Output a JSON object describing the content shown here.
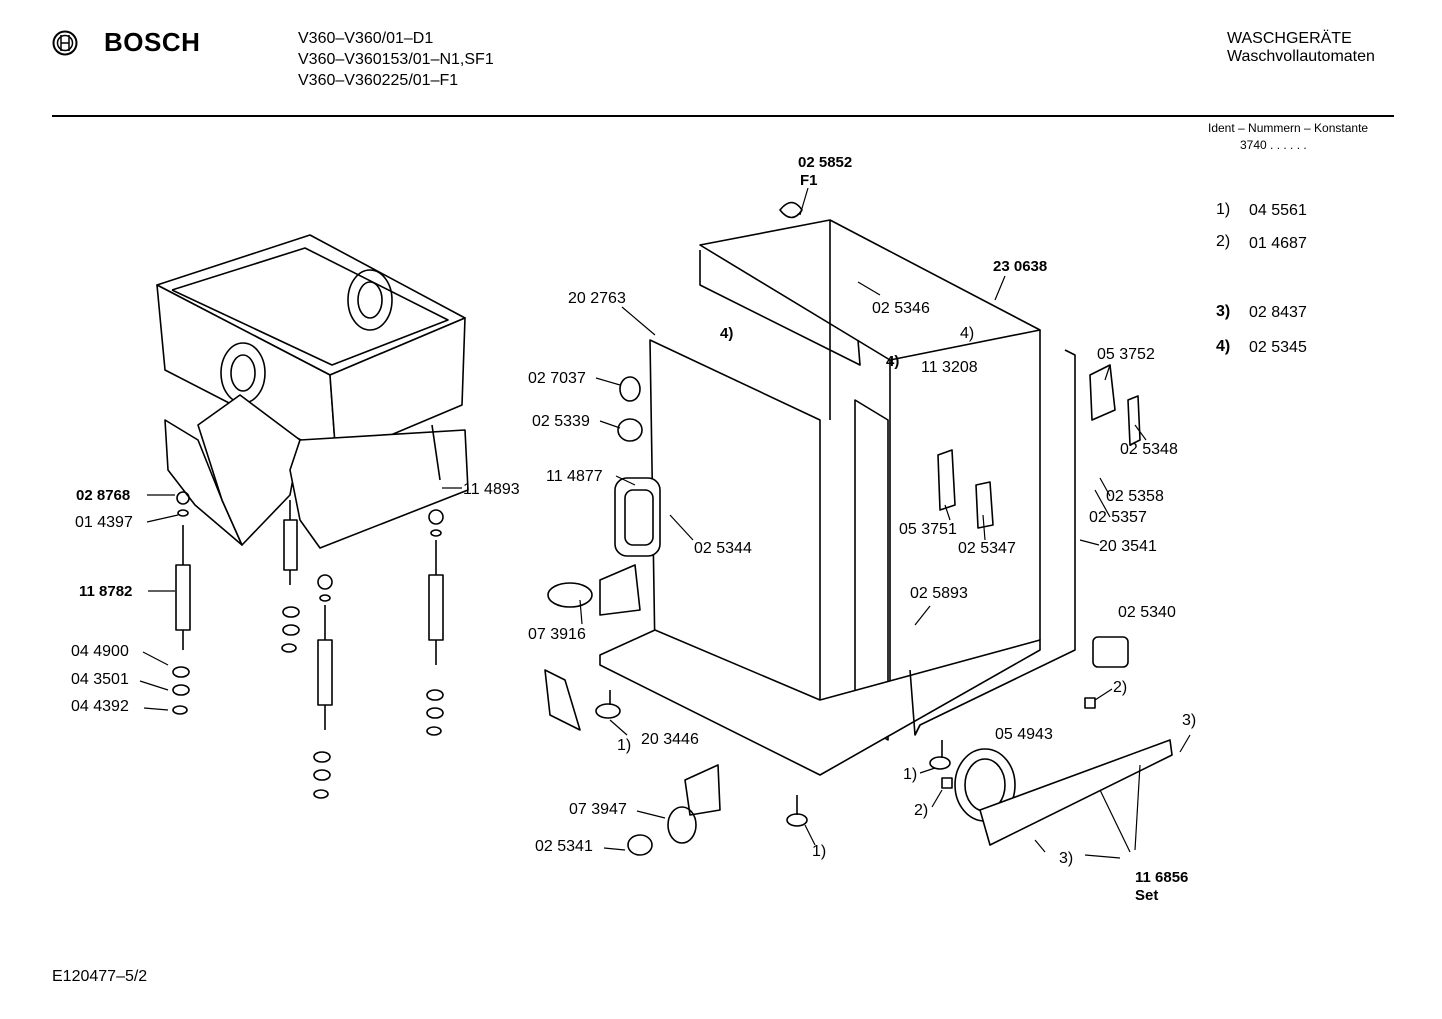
{
  "header": {
    "brand": "BOSCH",
    "models": [
      "V360–V360/01–D1",
      "V360–V360153/01–N1,SF1",
      "V360–V360225/01–F1"
    ],
    "category": "WASCHGERÄTE",
    "subcategory": "Waschvollautomaten",
    "ident_label": "Ident – Nummern – Konstante",
    "ident_value": "3740  .  .  .  .  .  ."
  },
  "legend": [
    {
      "key": "1)",
      "part": "04 5561"
    },
    {
      "key": "2)",
      "part": "01 4687"
    },
    {
      "key": "3)",
      "part": "02 8437"
    },
    {
      "key": "4)",
      "part": "02 5345"
    }
  ],
  "callouts": {
    "c025852": "02 5852",
    "cF1": "F1",
    "c230638": "23 0638",
    "c202763": "20 2763",
    "c4a": "4)",
    "c025346": "02 5346",
    "c4b": "4)",
    "c4c": "4)",
    "c113208": "11 3208",
    "c053752": "05 3752",
    "c027037": "02 7037",
    "c025339": "02 5339",
    "c025348": "02 5348",
    "c114877": "11 4877",
    "c114893": "11 4893",
    "c028768": "02 8768",
    "c014397": "01 4397",
    "c025358": "02 5358",
    "c025357": "02 5357",
    "c025344": "02 5344",
    "c053751": "05 3751",
    "c025347": "02 5347",
    "c203541": "20 3541",
    "c118782": "11 8782",
    "c025893": "02 5893",
    "c073916": "07 3916",
    "c025340": "02 5340",
    "c044900": "04 4900",
    "c043501": "04 3501",
    "c044392": "04 4392",
    "c2a": "2)",
    "c3a": "3)",
    "c1a": "1)",
    "c203446": "20 3446",
    "c054943": "05 4943",
    "c1b": "1)",
    "c2b": "2)",
    "c073947": "07 3947",
    "c025341": "02 5341",
    "c1c": "1)",
    "c3b": "3)",
    "c116856": "11 6856",
    "cSet": "Set"
  },
  "footer": {
    "doc_id": "E120477–5/2"
  }
}
